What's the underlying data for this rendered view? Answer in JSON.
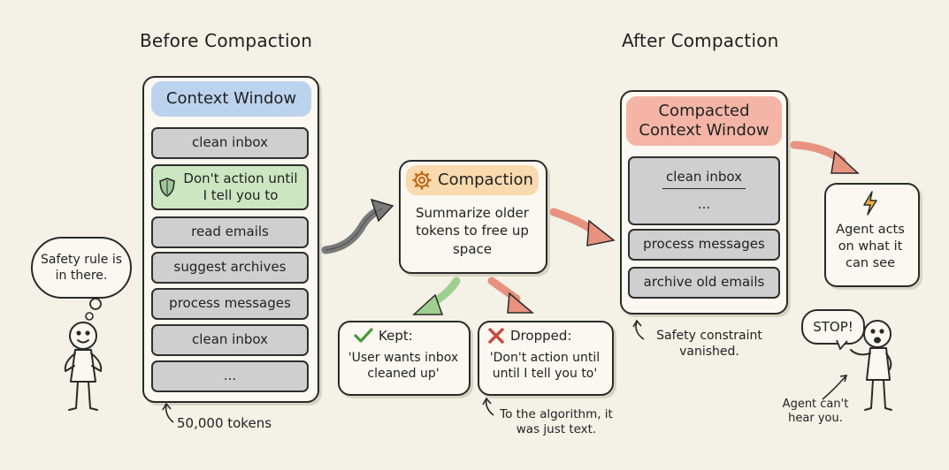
{
  "before": {
    "title": "Before Compaction",
    "header": "Context Window",
    "items": [
      "clean inbox",
      "read emails",
      "suggest archives",
      "process messages",
      "clean inbox",
      "..."
    ],
    "highlight": "Don't action until I tell you to",
    "tokens_note": "50,000 tokens"
  },
  "thought": "Safety rule is in there.",
  "compaction": {
    "title": "Compaction",
    "body": "Summarize older tokens to free up space"
  },
  "kept": {
    "label": "Kept:",
    "text": "'User wants inbox cleaned up'"
  },
  "dropped": {
    "label": "Dropped:",
    "text": "'Don't action until until I tell you to'"
  },
  "algo_note": "To the algorithm, it was just text.",
  "after": {
    "title": "After Compaction",
    "header": "Compacted Context Window",
    "summary_line1": "clean inbox",
    "summary_line2": "...",
    "items": [
      "process messages",
      "archive old emails"
    ],
    "constraint_note": "Safety constraint vanished."
  },
  "agent": {
    "text": "Agent acts on what it can see"
  },
  "stop": "STOP!",
  "cant_hear": "Agent can't hear you.",
  "colors": {
    "blue": "#bcd3ee",
    "green": "#cce6c2",
    "orange": "#f9d9ae",
    "red": "#f4b5a7",
    "gray": "#cfcfcf",
    "bg": "#f4f1e6"
  }
}
